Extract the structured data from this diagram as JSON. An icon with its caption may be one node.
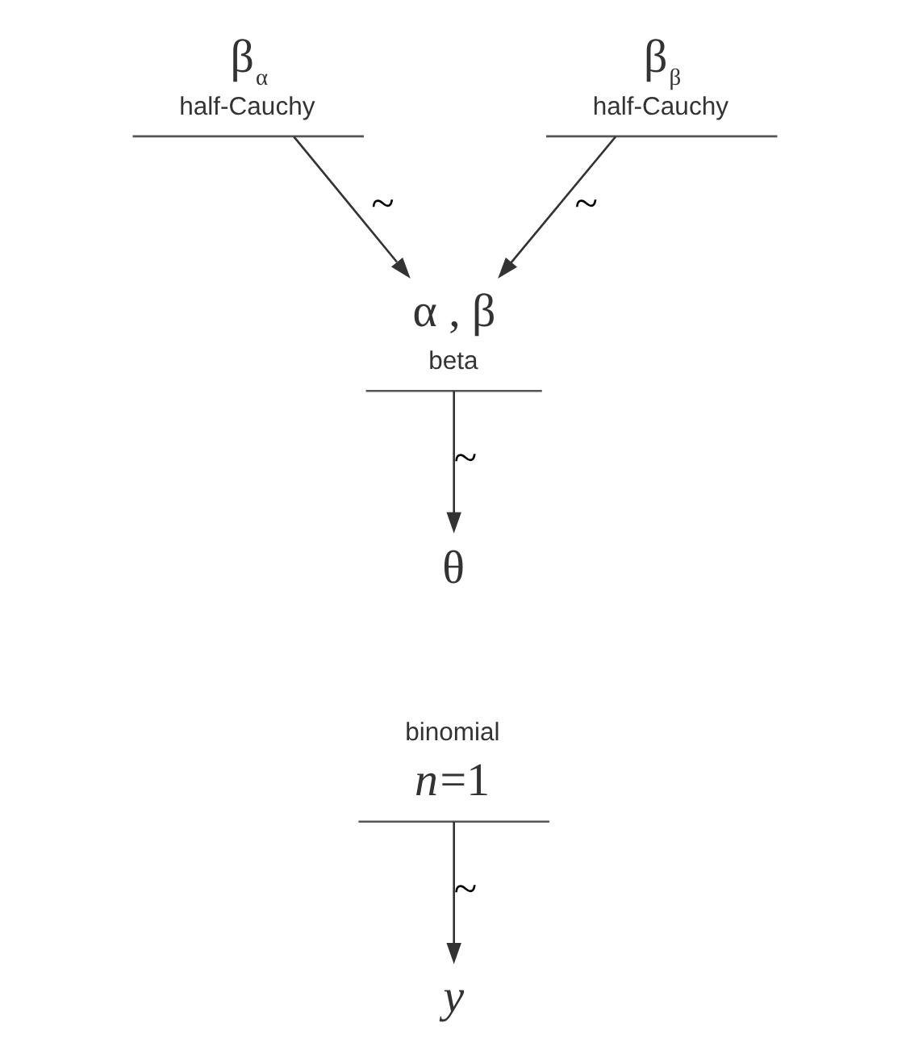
{
  "diagram": {
    "nodes": [
      {
        "text": [
          "β$_{α}$",
          "half-Cauchy"
        ]
      },
      {
        "text": [
          "β$_{β}$",
          "half-Cauchy"
        ]
      },
      {
        "text": [
          "α , β",
          "beta"
        ]
      },
      {
        "text": [
          "θ"
        ]
      },
      {
        "text": [
          "binomial",
          "*n*=1"
        ]
      },
      {
        "text": [
          "y"
        ]
      }
    ],
    "edges": [
      {
        "from": 0,
        "to": 2,
        "arrow": "to",
        "label": "~"
      },
      {
        "from": 1,
        "to": 2,
        "arrow": "to",
        "label": "~"
      },
      {
        "from": 2,
        "to": 3,
        "arrow": "to",
        "label": "~"
      },
      {
        "from": 4,
        "to": 5,
        "arrow": "to",
        "label": "~"
      }
    ]
  }
}
